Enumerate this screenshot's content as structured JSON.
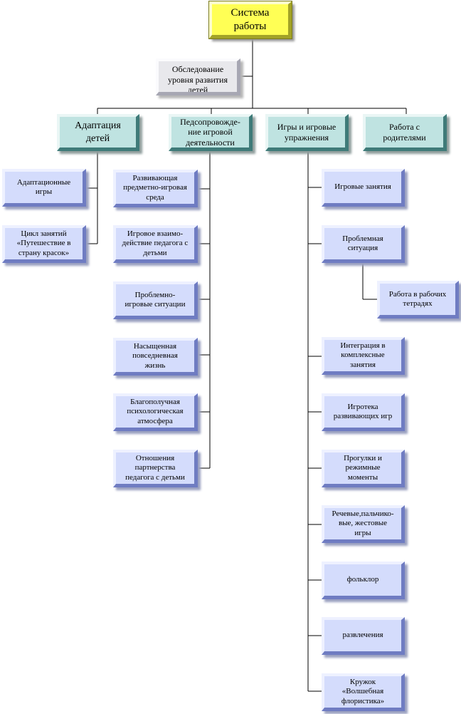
{
  "root": {
    "label": "Система работы"
  },
  "survey": {
    "label": "Обследование уровня развития детей"
  },
  "branches": [
    {
      "label": "Адаптация детей"
    },
    {
      "label": "Педсопровожде-ние игровой деятельности"
    },
    {
      "label": "Игры и игровые упражнения"
    },
    {
      "label": "Работа с родителями"
    }
  ],
  "adaptation_items": [
    {
      "label": "Адаптационные игры"
    },
    {
      "label": "Цикл занятий «Путешествие в страну красок»"
    }
  ],
  "support_items": [
    {
      "label": "Развивающая предметно-игровая среда"
    },
    {
      "label": "Игровое взаимо-действие педагога с детьми"
    },
    {
      "label": "Проблемно-игровые ситуации"
    },
    {
      "label": "Насыщенная повседневная жизнь"
    },
    {
      "label": "Благополучная психологическая атмосфера"
    },
    {
      "label": "Отношения партнерства педагога с детьми"
    }
  ],
  "games_items": [
    {
      "label": "Игровые занятия"
    },
    {
      "label": "Проблемная ситуация"
    },
    {
      "label": "Интеграция в комплексные занятия"
    },
    {
      "label": "Игротека развивающих игр"
    },
    {
      "label": "Прогулки и режимные моменты"
    },
    {
      "label": "Речевые,пальчико-вые, жестовые игры"
    },
    {
      "label": "фольклор"
    },
    {
      "label": "развлечения"
    },
    {
      "label": "Кружок «Волшебная флористика»"
    }
  ],
  "workbook": {
    "label": "Работа в рабочих тетрадях"
  }
}
